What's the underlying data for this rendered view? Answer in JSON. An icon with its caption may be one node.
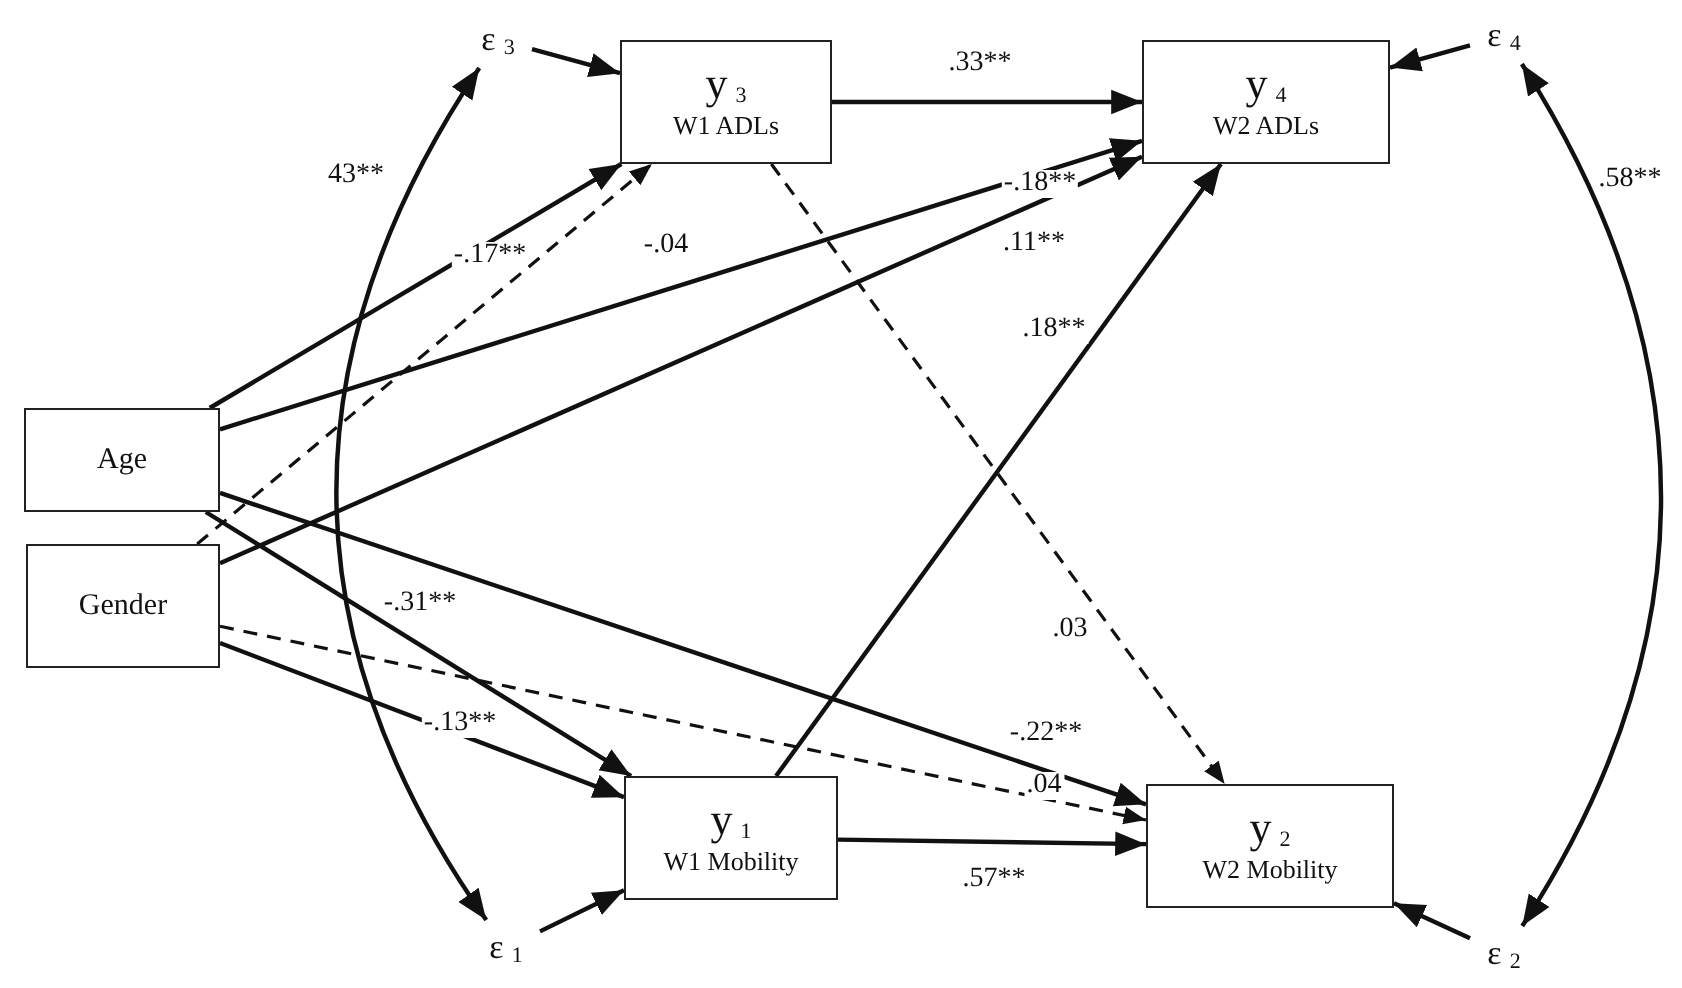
{
  "diagram": {
    "nodes": [
      {
        "text": [
          "Age"
        ]
      },
      {
        "text": [
          "Gender"
        ]
      },
      {
        "text": [
          "y$_{3}$",
          "W1 ADLs"
        ]
      },
      {
        "text": [
          "y$_{4}$",
          "W2 ADLs"
        ]
      },
      {
        "text": [
          "y$_{1}$",
          "W1 Mobility"
        ]
      },
      {
        "text": [
          "y$_{2}$",
          "W2 Mobility"
        ]
      },
      {
        "text": [
          "ε$_{3}$"
        ]
      },
      {
        "text": [
          "ε$_{4}$"
        ]
      },
      {
        "text": [
          "ε$_{1}$"
        ]
      },
      {
        "text": [
          "ε$_{2}$"
        ]
      }
    ],
    "edges": [
      {
        "from": 6,
        "to": 2,
        "arrow": "to"
      },
      {
        "from": 7,
        "to": 3,
        "arrow": "to"
      },
      {
        "from": 8,
        "to": 4,
        "arrow": "to"
      },
      {
        "from": 9,
        "to": 5,
        "arrow": "to"
      },
      {
        "from": 6,
        "to": 8,
        "arrow": "both",
        "label": "43**"
      },
      {
        "from": 7,
        "to": 9,
        "arrow": "both",
        "label": ".58**"
      },
      {
        "from": 0,
        "to": 2,
        "arrow": "to",
        "label": "-.17**"
      },
      {
        "from": 1,
        "to": 2,
        "arrow": "to",
        "label": "-.04",
        "style": "dashed"
      },
      {
        "from": 0,
        "to": 3,
        "arrow": "to",
        "label": "-.18**"
      },
      {
        "from": 1,
        "to": 3,
        "arrow": "to",
        "label": ".11**"
      },
      {
        "from": 0,
        "to": 4,
        "arrow": "to",
        "label": "-.31**"
      },
      {
        "from": 1,
        "to": 4,
        "arrow": "to",
        "label": "-.13**"
      },
      {
        "from": 0,
        "to": 5,
        "arrow": "to",
        "label": "-.22**"
      },
      {
        "from": 1,
        "to": 5,
        "arrow": "to",
        "label": ".04",
        "style": "dashed"
      },
      {
        "from": 2,
        "to": 3,
        "arrow": "to",
        "label": ".33**"
      },
      {
        "from": 2,
        "to": 5,
        "arrow": "to",
        "label": ".03",
        "style": "dashed"
      },
      {
        "from": 4,
        "to": 3,
        "arrow": "to",
        "label": ".18**"
      },
      {
        "from": 4,
        "to": 5,
        "arrow": "to",
        "label": ".57**"
      }
    ]
  }
}
